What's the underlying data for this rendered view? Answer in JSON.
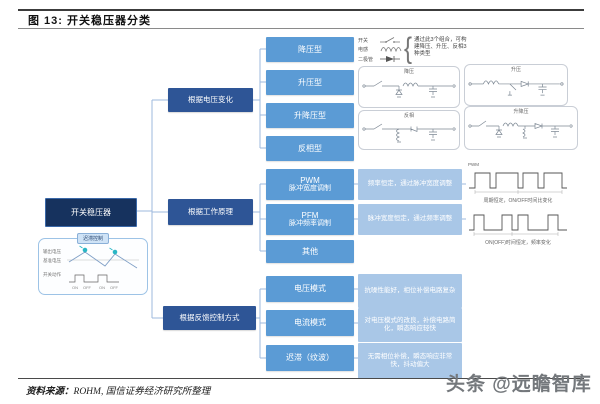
{
  "header": {
    "title": "图 13:  开关稳压器分类"
  },
  "footer": {
    "source_label": "资料来源：",
    "source_text": "ROHM, 国信证券经济研究所整理",
    "watermark": "头条 @远瞻智库"
  },
  "colors": {
    "root_bg": "#16325e",
    "branch_bg": "#2e5596",
    "leaf_bg": "#5b9bd5",
    "note_bg": "#a9c7e7",
    "connector": "#9db9dd"
  },
  "root": {
    "label": "开关稳压器"
  },
  "branches": [
    {
      "label": "根据电压变化",
      "children": [
        {
          "label": "降压型"
        },
        {
          "label": "升压型"
        },
        {
          "label": "升降压型"
        },
        {
          "label": "反相型"
        }
      ]
    },
    {
      "label": "根据工作原理",
      "children": [
        {
          "label": "PWM",
          "sublabel": "脉冲宽度调制",
          "note": "频率恒定，通过脉冲宽度调整"
        },
        {
          "label": "PFM",
          "sublabel": "脉冲频率调制",
          "note": "脉冲宽度恒定，通过频率调整"
        },
        {
          "label": "其他"
        }
      ]
    },
    {
      "label": "根据反馈控制方式",
      "children": [
        {
          "label": "电压模式",
          "note": "抗噪性能好，相位补偿电路复杂"
        },
        {
          "label": "电流模式",
          "note": "对电压模式的改良，补偿电路简化，瞬态响应轻快"
        },
        {
          "label": "迟滞（纹波）",
          "note": "无需相位补偿，瞬态响应非常快，抖动偏大"
        }
      ]
    }
  ],
  "legend": {
    "items": [
      {
        "label": "开关"
      },
      {
        "label": "电感"
      },
      {
        "label": "二极管"
      }
    ],
    "note": "通过此3个组合，可构建降压、升压、反相3种类型"
  },
  "circuits": [
    {
      "label": "降压"
    },
    {
      "label": "升压"
    },
    {
      "label": "反相"
    },
    {
      "label": "升降压"
    }
  ],
  "waveforms": [
    {
      "tag": "PWM",
      "caption": "周期恒定，ON/OFF时间比变化"
    },
    {
      "tag": "",
      "caption": "ON(OFF)时间恒定，频率变化"
    }
  ],
  "hysteresis_panel": {
    "tab": "迟滞控制",
    "labels": [
      {
        "text": "输出电压"
      },
      {
        "text": "基准电压"
      },
      {
        "text": "开关动作"
      }
    ],
    "timeline": [
      {
        "t": "ON"
      },
      {
        "t": "OFF"
      },
      {
        "t": "ON"
      },
      {
        "t": "OFF"
      }
    ]
  }
}
